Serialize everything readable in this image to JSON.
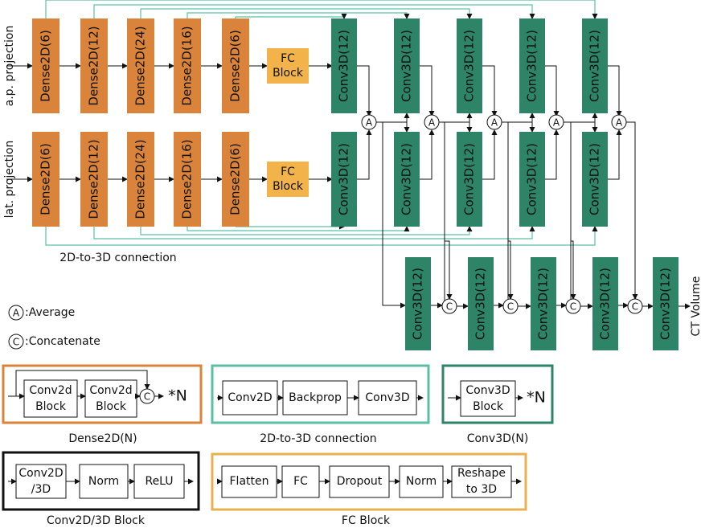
{
  "rows": {
    "ap_label": "a.p. projection",
    "lat_label": "lat. projection"
  },
  "dense_blocks": [
    "Dense2D(6)",
    "Dense2D(12)",
    "Dense2D(24)",
    "Dense2D(16)",
    "Dense2D(6)"
  ],
  "fc_block": [
    "FC",
    "Block"
  ],
  "conv3d_label": "Conv3D(12)",
  "connection_caption": "2D-to-3D connection",
  "output_label": "CT Volume",
  "legend": {
    "average_symbol": "A",
    "average_label": ":Average",
    "concat_symbol": "C",
    "concat_label": ":Concatenate"
  },
  "boxes": {
    "dense2d": {
      "caption": "Dense2D(N)",
      "block1": [
        "Conv2d",
        "Block"
      ],
      "block2": [
        "Conv2d",
        "Block"
      ],
      "symbol": "C",
      "repeat": "*N"
    },
    "connection": {
      "caption": "2D-to-3D connection",
      "items": [
        "Conv2D",
        "Backprop",
        "Conv3D"
      ]
    },
    "conv3d": {
      "caption": "Conv3D(N)",
      "block": [
        "Conv3D",
        "Block"
      ],
      "repeat": "*N"
    },
    "convblock": {
      "caption": "Conv2D/3D Block",
      "items": [
        [
          "Conv2D",
          "/3D"
        ],
        [
          "Norm"
        ],
        [
          "ReLU"
        ]
      ]
    },
    "fcblock": {
      "caption": "FC Block",
      "items": [
        [
          "Flatten"
        ],
        [
          "FC"
        ],
        [
          "Dropout"
        ],
        [
          "Norm"
        ],
        [
          "Reshape",
          "to 3D"
        ]
      ]
    }
  },
  "colors": {
    "dense": "#d9843a",
    "fc": "#f2b44a",
    "conv3d": "#2e8466",
    "connection": "#5cbfa3",
    "dense_border": "#d9843a",
    "conv3d_border": "#2e8466",
    "fc_border": "#e8b14f",
    "block_border": "#111111"
  }
}
